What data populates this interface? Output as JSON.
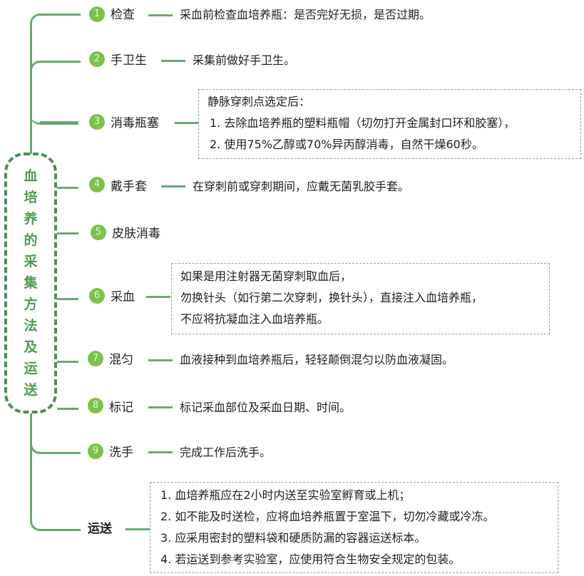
{
  "root": {
    "title_chars": [
      "血",
      "培",
      "养",
      "的",
      "采",
      "集",
      "方",
      "法",
      "及",
      "运",
      "送"
    ],
    "title": "血培养的采集方法及运送",
    "color": "#4f9a55"
  },
  "colors": {
    "line": "#6aa874",
    "badge": "#7cc24a",
    "box_border": "#8aa88c"
  },
  "steps": [
    {
      "num": "1",
      "label": "检查",
      "desc": "采血前检查血培养瓶：是否完好无损，是否过期。"
    },
    {
      "num": "2",
      "label": "手卫生",
      "desc": "采集前做好手卫生。"
    },
    {
      "num": "3",
      "label": "消毒瓶塞",
      "box": [
        "静脉穿刺点选定后：",
        "1. 去除血培养瓶的塑料瓶帽（切勿打开金属封口环和胶塞），",
        "2. 使用75%乙醇或70%异丙醇消毒，自然干燥60秒。"
      ]
    },
    {
      "num": "4",
      "label": "戴手套",
      "desc": "在穿刺前或穿刺期间，应戴无菌乳胶手套。"
    },
    {
      "num": "5",
      "label": "皮肤消毒"
    },
    {
      "num": "6",
      "label": "采血",
      "box": [
        "如果是用注射器无菌穿刺取血后，",
        "勿换针头（如行第二次穿刺，换针头），直接注入血培养瓶，",
        "不应将抗凝血注入血培养瓶。"
      ]
    },
    {
      "num": "7",
      "label": "混匀",
      "desc": "血液接种到血培养瓶后，轻轻颠倒混匀以防血液凝固。"
    },
    {
      "num": "8",
      "label": "标记",
      "desc": "标记采血部位及采血日期、时间。"
    },
    {
      "num": "9",
      "label": "洗手",
      "desc": "完成工作后洗手。"
    }
  ],
  "transport": {
    "label": "运送",
    "box": [
      "1. 血培养瓶应在2小时内送至实验室孵育或上机；",
      "2. 如不能及时送检，应将血培养瓶置于室温下，切勿冷藏或冷冻。",
      "3. 应采用密封的塑料袋和硬质防漏的容器运送标本。",
      "4. 若运送到参考实验室，应使用符合生物安全规定的包装。"
    ]
  }
}
